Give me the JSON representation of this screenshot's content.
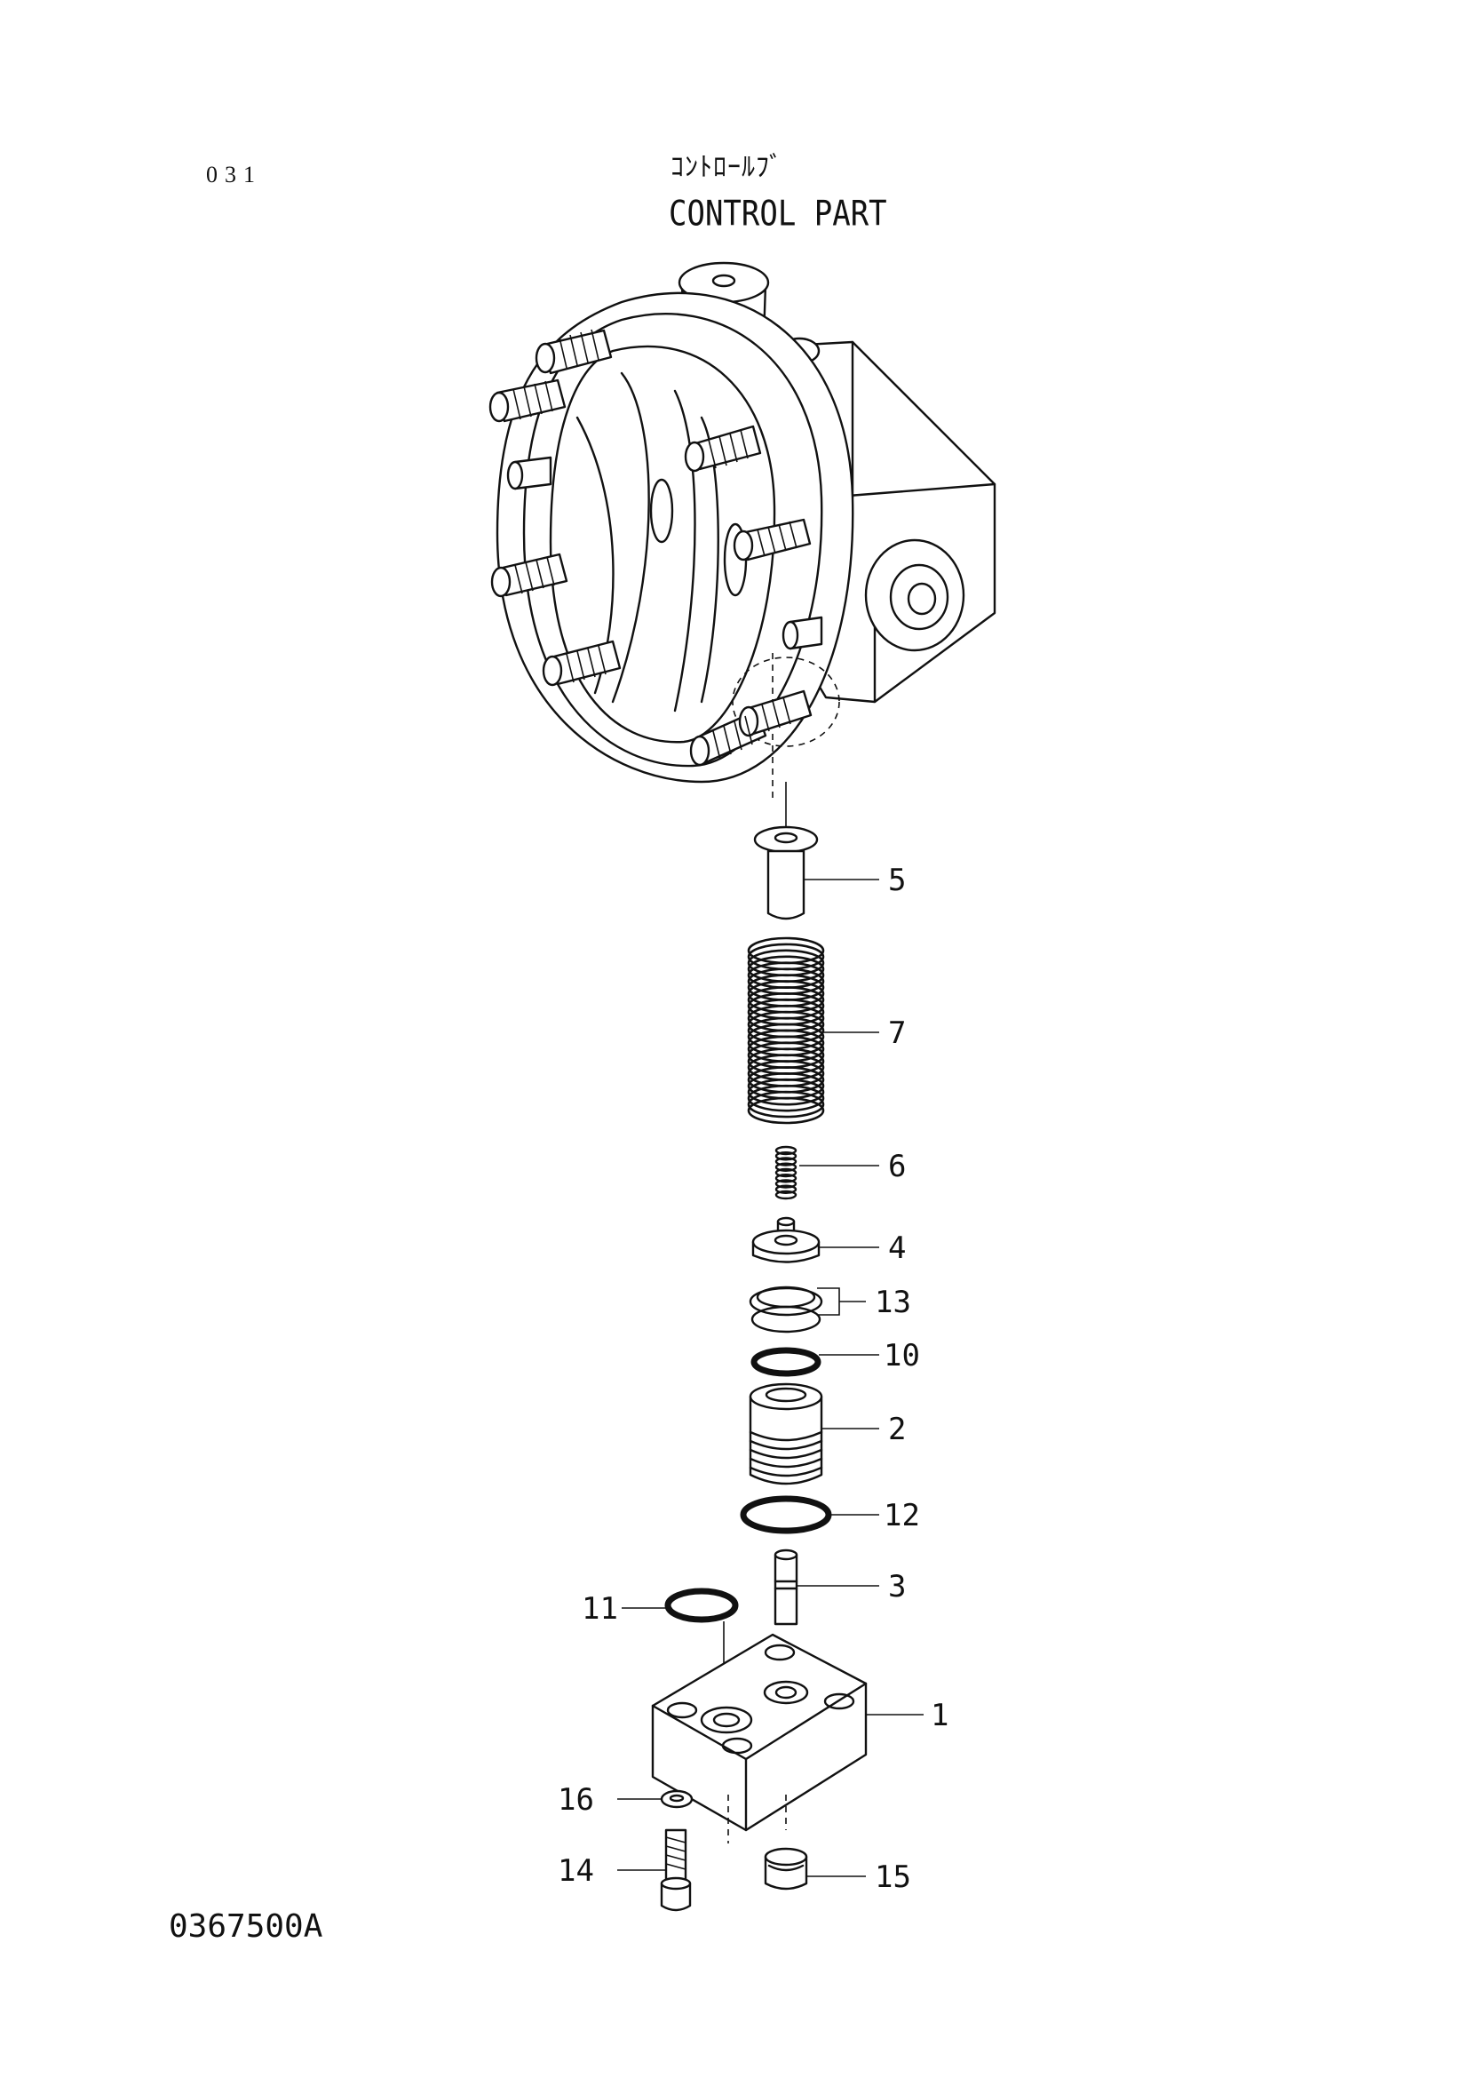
{
  "page_number": "031",
  "title_jp": "ｺﾝﾄﾛｰﾙﾌﾞ",
  "title_en": "CONTROL PART",
  "drawing_code": "0367500A",
  "callouts": [
    {
      "id": "5",
      "part": "sleeve"
    },
    {
      "id": "7",
      "part": "spring"
    },
    {
      "id": "6",
      "part": "small-spring"
    },
    {
      "id": "4",
      "part": "spring-seat"
    },
    {
      "id": "13",
      "part": "ring-set"
    },
    {
      "id": "10",
      "part": "o-ring"
    },
    {
      "id": "2",
      "part": "piston"
    },
    {
      "id": "12",
      "part": "o-ring"
    },
    {
      "id": "3",
      "part": "pin"
    },
    {
      "id": "11",
      "part": "o-ring"
    },
    {
      "id": "1",
      "part": "cover-plate"
    },
    {
      "id": "16",
      "part": "washer"
    },
    {
      "id": "14",
      "part": "socket-bolt"
    },
    {
      "id": "15",
      "part": "plug"
    }
  ]
}
